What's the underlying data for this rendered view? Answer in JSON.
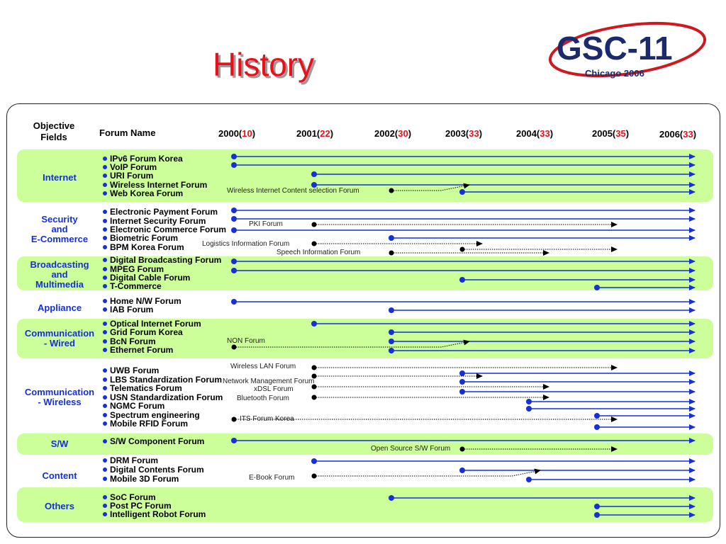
{
  "page": {
    "title": "History",
    "logo_main": "GSC-11",
    "logo_sub": "Chicago 2006",
    "colors": {
      "title": "#e8101a",
      "accent": "#1530d8",
      "band": "#ccff99",
      "logo_text": "#1a2a6c",
      "logo_ring": "#d01820"
    }
  },
  "table": {
    "header_objective": [
      "Objective",
      "Fields"
    ],
    "header_forum": "Forum Name",
    "years": [
      {
        "year": "2000",
        "count": "10"
      },
      {
        "year": "2001",
        "count": "22"
      },
      {
        "year": "2002",
        "count": "30"
      },
      {
        "year": "2003",
        "count": "33"
      },
      {
        "year": "2004",
        "count": "33"
      },
      {
        "year": "2005",
        "count": "35"
      },
      {
        "year": "2006",
        "count": "33"
      }
    ]
  },
  "groups": [
    {
      "id": "internet",
      "label": [
        "Internet"
      ],
      "band": true,
      "forums": [
        {
          "name": "IPv6 Forum Korea",
          "start": 2000,
          "end": "active",
          "dotted": false
        },
        {
          "name": "VoIP Forum",
          "start": 2000,
          "end": "active",
          "dotted": false
        },
        {
          "name": "URI Forum",
          "start": 2001,
          "end": "active",
          "dotted": false
        },
        {
          "name": "Wireless Internet Forum",
          "start": 2001,
          "end": "active",
          "dotted": false
        },
        {
          "name": "Web Korea Forum",
          "start": 2003,
          "end": "active",
          "dotted": false
        }
      ],
      "notes": [
        {
          "name": "Wireless Internet Content selection Forum",
          "start": 2002,
          "merged_into": "Wireless Internet Forum"
        }
      ]
    },
    {
      "id": "security",
      "label": [
        "Security",
        "and",
        "E-Commerce"
      ],
      "band": false,
      "forums": [
        {
          "name": "Electronic Payment Forum",
          "start": 2000,
          "end": "active",
          "dotted": false
        },
        {
          "name": "Internet Security Forum",
          "start": 2000,
          "end": "active",
          "dotted": false
        },
        {
          "name": "Electronic Commerce Forum",
          "start": 2000,
          "end": "active",
          "dotted": false
        },
        {
          "name": "Biometric Forum",
          "start": 2002,
          "end": "active",
          "dotted": false
        },
        {
          "name": "BPM Korea Forum",
          "start": 2003,
          "end": 2005,
          "dotted": true
        }
      ],
      "notes": [
        {
          "name": "PKI Forum",
          "start": 2001,
          "end": 2005
        },
        {
          "name": "Logistics Information Forum",
          "start": 2001,
          "end": 2003
        },
        {
          "name": "Speech Information Forum",
          "start": 2002,
          "end": 2004
        }
      ]
    },
    {
      "id": "broadcasting",
      "label": [
        "Broadcasting",
        "and",
        "Multimedia"
      ],
      "band": true,
      "forums": [
        {
          "name": "Digital Broadcasting Forum",
          "start": 2000,
          "end": "active",
          "dotted": false
        },
        {
          "name": "MPEG Forum",
          "start": 2000,
          "end": "active",
          "dotted": false
        },
        {
          "name": "Digital Cable Forum",
          "start": 2003,
          "end": "active",
          "dotted": false
        },
        {
          "name": "T-Commerce",
          "start": 2005,
          "end": "active",
          "dotted": false
        }
      ],
      "notes": []
    },
    {
      "id": "appliance",
      "label": [
        "Appliance"
      ],
      "band": false,
      "forums": [
        {
          "name": "Home N/W Forum",
          "start": 2000,
          "end": "active",
          "dotted": false
        },
        {
          "name": "IAB Forum",
          "start": 2002,
          "end": "active",
          "dotted": false
        }
      ],
      "notes": []
    },
    {
      "id": "comm_wired",
      "label": [
        "Communication",
        "- Wired"
      ],
      "band": true,
      "forums": [
        {
          "name": "Optical Internet Forum",
          "start": 2001,
          "end": "active",
          "dotted": false
        },
        {
          "name": "Grid Forum Korea",
          "start": 2002,
          "end": "active",
          "dotted": false
        },
        {
          "name": "BcN Forum",
          "start": 2002,
          "end": "active",
          "dotted": false
        },
        {
          "name": "Ethernet Forum",
          "start": 2002,
          "end": "active",
          "dotted": false
        }
      ],
      "notes": [
        {
          "name": "NON Forum",
          "start": 2000,
          "merged_into": "BcN Forum"
        }
      ]
    },
    {
      "id": "comm_wireless",
      "label": [
        "Communication",
        "- Wireless"
      ],
      "band": false,
      "forums": [
        {
          "name": "UWB Forum",
          "start": 2003,
          "end": "active",
          "dotted": false
        },
        {
          "name": "LBS Standardization Forum",
          "start": 2003,
          "end": "active",
          "dotted": false
        },
        {
          "name": "Telematics Forum",
          "start": 2003,
          "end": "active",
          "dotted": false
        },
        {
          "name": "USN Standardization Forum",
          "start": 2004,
          "end": "active",
          "dotted": false
        },
        {
          "name": "NGMC Forum",
          "start": 2004,
          "end": "active",
          "dotted": false
        },
        {
          "name": "Spectrum engineering",
          "start": 2005,
          "end": "active",
          "dotted": false
        },
        {
          "name": "Mobile RFID Forum",
          "start": 2005,
          "end": "active",
          "dotted": false
        }
      ],
      "notes": [
        {
          "name": "Wireless LAN Forum",
          "start": 2001,
          "end": 2005
        },
        {
          "name": "Network Management Forum",
          "start": 2001,
          "end": 2003
        },
        {
          "name": "xDSL Forum",
          "start": 2001,
          "end": 2004
        },
        {
          "name": "Bluetooth Forum",
          "start": 2001,
          "end": 2004
        },
        {
          "name": "ITS Forum Korea",
          "start": 2000,
          "end": 2005
        }
      ]
    },
    {
      "id": "sw",
      "label": [
        "S/W"
      ],
      "band": true,
      "forums": [
        {
          "name": "S/W Component Forum",
          "start": 2000,
          "end": "active",
          "dotted": false
        }
      ],
      "notes": [
        {
          "name": "Open Source S/W Forum",
          "start": 2003,
          "end": 2005
        }
      ]
    },
    {
      "id": "content",
      "label": [
        "Content"
      ],
      "band": false,
      "forums": [
        {
          "name": "DRM Forum",
          "start": 2001,
          "end": "active",
          "dotted": false
        },
        {
          "name": "Digital Contents Forum",
          "start": 2003,
          "end": "active",
          "dotted": false
        },
        {
          "name": "Mobile 3D Forum",
          "start": 2004,
          "end": "active",
          "dotted": false
        }
      ],
      "notes": [
        {
          "name": "E-Book Forum",
          "start": 2001,
          "merged_into": "Digital Contents Forum"
        }
      ]
    },
    {
      "id": "others",
      "label": [
        "Others"
      ],
      "band": true,
      "forums": [
        {
          "name": "SoC Forum",
          "start": 2002,
          "end": "active",
          "dotted": false
        },
        {
          "name": "Post PC Forum",
          "start": 2005,
          "end": "active",
          "dotted": false
        },
        {
          "name": "Intelligent Robot Forum",
          "start": 2005,
          "end": "active",
          "dotted": false
        }
      ],
      "notes": []
    }
  ]
}
